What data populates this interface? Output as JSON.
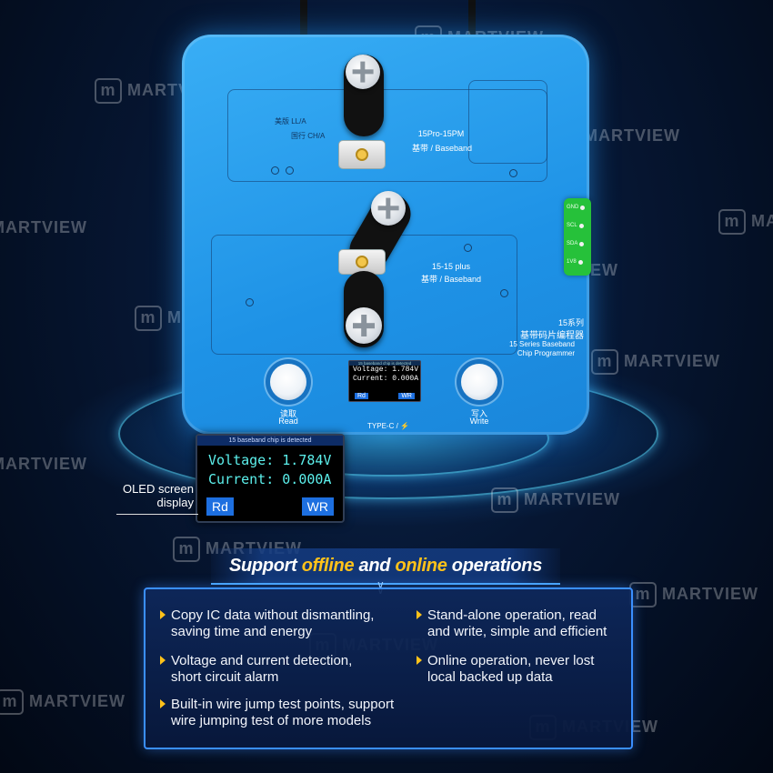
{
  "brand": {
    "watermark": "MARTVIEW"
  },
  "board": {
    "us_label": "美版 LL/A",
    "cn_label": "国行 CH/A",
    "top_model": "15Pro-15PM",
    "top_slot": "基带 / Baseband",
    "bottom_model": "15-15 plus",
    "bottom_slot": "基带 / Baseband",
    "series_cn": "15系列",
    "programmer_cn": "基带码片编程器",
    "series_en": "15 Series Baseband",
    "programmer_en": "Chip Programmer",
    "read_cn": "读取",
    "read_en": "Read",
    "write_cn": "写入",
    "write_en": "Write",
    "type_c": "TYPE-C / ⚡",
    "connector": [
      "GND",
      "SCL",
      "SDA",
      "1V8"
    ]
  },
  "mini_screen": {
    "header": "15 baseband chip is detected",
    "voltage": "Voltage: 1.784V",
    "current": "Current: 0.000A",
    "rd": "Rd",
    "wr": "WR"
  },
  "oled": {
    "header": "15 baseband chip is detected",
    "voltage": "Voltage: 1.784V",
    "current": "Current: 0.000A",
    "rd": "Rd",
    "wr": "WR",
    "callout_line1": "OLED screen",
    "callout_line2": "display"
  },
  "headline": {
    "part1": "Support ",
    "highlight1": "offline",
    "part2": " and ",
    "highlight2": "online",
    "part3": " operations"
  },
  "features": {
    "left": [
      {
        "line1": "Copy IC data without dismantling,",
        "line2": "saving time and energy"
      },
      {
        "line1": "Voltage and current detection,",
        "line2": "short circuit alarm"
      },
      {
        "line1": "Built-in wire jump test points, support",
        "line2": "wire jumping test of more models"
      }
    ],
    "right": [
      {
        "line1": "Stand-alone operation, read",
        "line2": "and write, simple and efficient"
      },
      {
        "line1": "Online operation, never lost",
        "line2": "local backed up data"
      }
    ]
  },
  "colors": {
    "accent": "#ffc21a",
    "board": "#1e92e6",
    "panel_border": "#3a8fff",
    "oled_text": "#5cf0ec"
  }
}
